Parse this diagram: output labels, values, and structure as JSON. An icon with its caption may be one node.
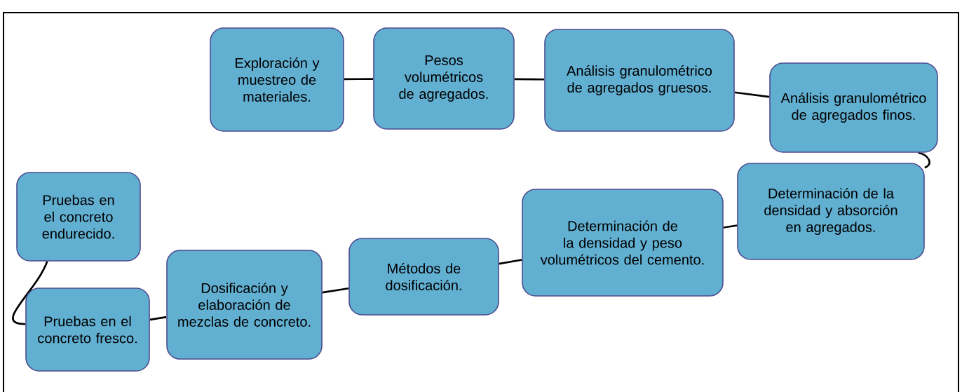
{
  "diagram": {
    "nodes": [
      {
        "text": [
          "Exploración y muestreo de materiales."
        ]
      },
      {
        "text": [
          "Pesos volumétricos de agregados."
        ]
      },
      {
        "text": [
          "Análisis granulométrico de agregados gruesos."
        ]
      },
      {
        "text": [
          "Análisis granulométrico de agregados finos."
        ]
      },
      {
        "text": [
          "Determinación de la densidad y absorción en agregados."
        ]
      },
      {
        "text": [
          "Determinación de la densidad y peso volumétricos del cemento."
        ]
      },
      {
        "text": [
          "Métodos de dosificación."
        ]
      },
      {
        "text": [
          "Dosificación y elaboración de mezclas de concreto."
        ]
      },
      {
        "text": [
          "Pruebas en el concreto fresco."
        ]
      },
      {
        "text": [
          "Pruebas en el concreto endurecido."
        ]
      }
    ],
    "edges": [
      {
        "from": 0,
        "to": 1,
        "arrow": "none"
      },
      {
        "from": 1,
        "to": 2,
        "arrow": "none"
      },
      {
        "from": 2,
        "to": 3,
        "arrow": "none"
      },
      {
        "from": 3,
        "to": 4,
        "arrow": "none"
      },
      {
        "from": 4,
        "to": 5,
        "arrow": "none"
      },
      {
        "from": 5,
        "to": 6,
        "arrow": "none"
      },
      {
        "from": 6,
        "to": 7,
        "arrow": "none"
      },
      {
        "from": 7,
        "to": 8,
        "arrow": "none"
      },
      {
        "from": 8,
        "to": 9,
        "arrow": "none"
      }
    ]
  }
}
